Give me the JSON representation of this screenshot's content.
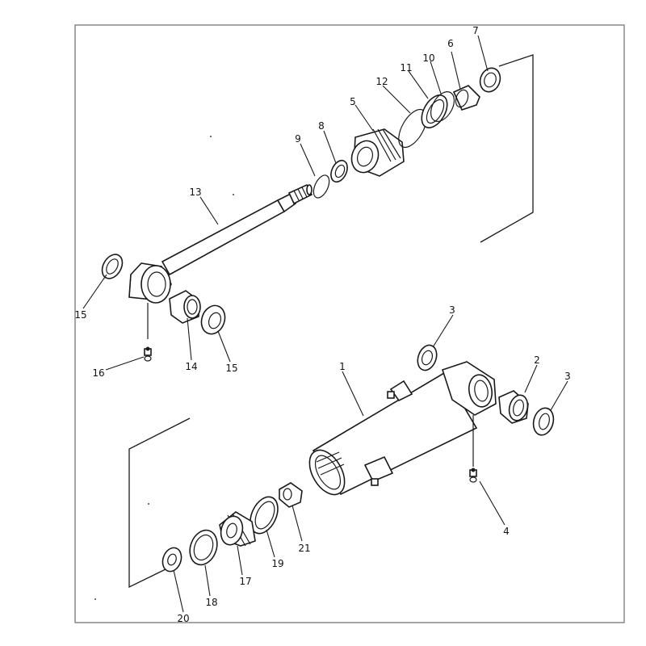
{
  "callouts": [
    {
      "id": "c1",
      "text": "1"
    },
    {
      "id": "c2",
      "text": "2"
    },
    {
      "id": "c3a",
      "text": "3"
    },
    {
      "id": "c3b",
      "text": "3"
    },
    {
      "id": "c4",
      "text": "4"
    },
    {
      "id": "c5",
      "text": "5"
    },
    {
      "id": "c6",
      "text": "6"
    },
    {
      "id": "c7",
      "text": "7"
    },
    {
      "id": "c8",
      "text": "8"
    },
    {
      "id": "c9",
      "text": "9"
    },
    {
      "id": "c10",
      "text": "10"
    },
    {
      "id": "c11",
      "text": "11"
    },
    {
      "id": "c12",
      "text": "12"
    },
    {
      "id": "c13",
      "text": "13"
    },
    {
      "id": "c14",
      "text": "14"
    },
    {
      "id": "c15a",
      "text": "15"
    },
    {
      "id": "c15b",
      "text": "15"
    },
    {
      "id": "c16",
      "text": "16"
    },
    {
      "id": "c17",
      "text": "17"
    },
    {
      "id": "c18",
      "text": "18"
    },
    {
      "id": "c19",
      "text": "19"
    },
    {
      "id": "c20",
      "text": "20"
    },
    {
      "id": "c21",
      "text": "21"
    }
  ]
}
